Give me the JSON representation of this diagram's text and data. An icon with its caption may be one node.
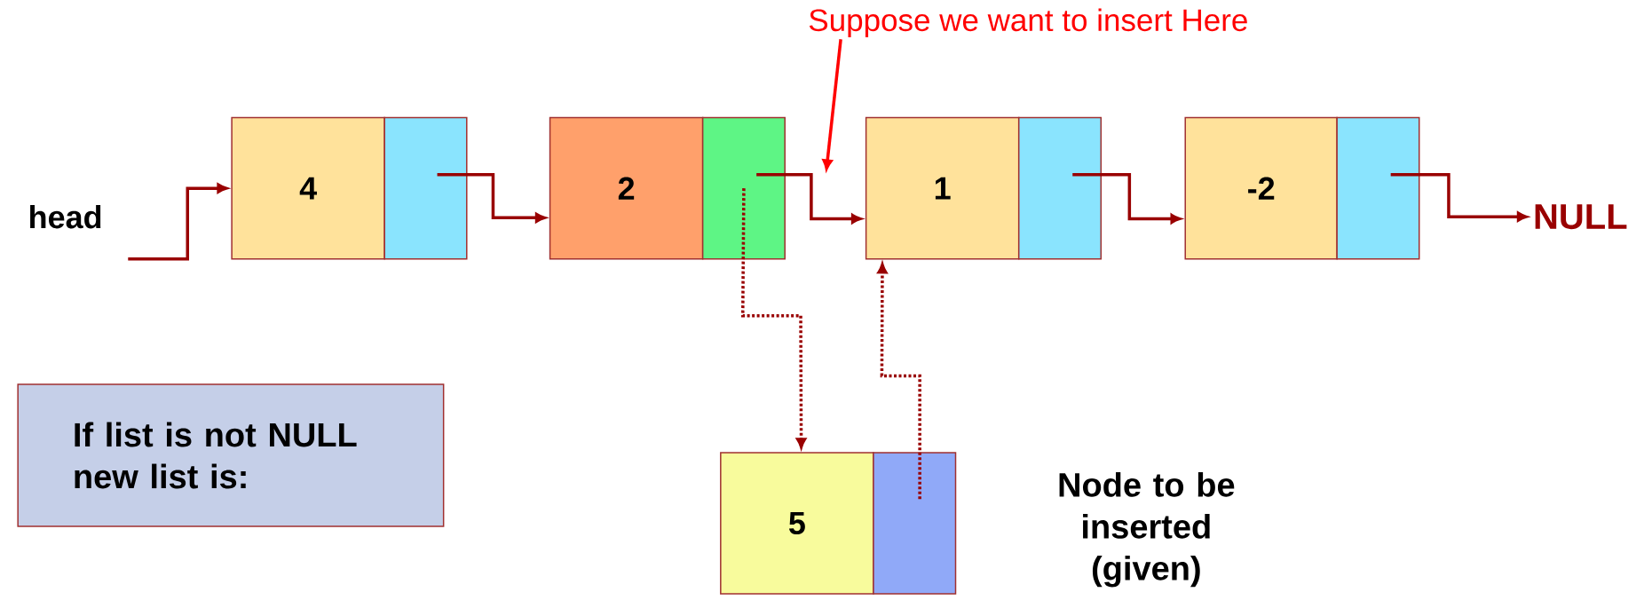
{
  "diagram": {
    "nodes": [
      {
        "text": [
          "head"
        ]
      },
      {
        "text": [
          "4"
        ]
      },
      {
        "text": [],
        "shape": "box"
      },
      {
        "text": [
          "2"
        ]
      },
      {
        "text": [],
        "shape": "box"
      },
      {
        "text": [
          "1"
        ]
      },
      {
        "text": [],
        "shape": "box"
      },
      {
        "text": [
          "-2"
        ]
      },
      {
        "text": [],
        "shape": "box"
      },
      {
        "text": [
          "NULL"
        ]
      },
      {
        "text": [
          "5"
        ]
      },
      {
        "text": [],
        "shape": "box"
      },
      {
        "text": [
          "If list is not NULL new list is:"
        ]
      },
      {
        "text": [
          "Suppose we want to insert Here"
        ]
      }
    ],
    "edges": [
      {
        "from": 0,
        "to": 1,
        "arrow": "to"
      },
      {
        "from": 2,
        "to": 3,
        "arrow": "to"
      },
      {
        "from": 4,
        "to": 5,
        "arrow": "to"
      },
      {
        "from": 6,
        "to": 7,
        "arrow": "to"
      },
      {
        "from": 8,
        "to": 9,
        "arrow": "to"
      },
      {
        "from": 4,
        "to": 10,
        "arrow": "to",
        "style": "dashed"
      },
      {
        "from": 11,
        "to": 5,
        "arrow": "to",
        "style": "dashed"
      },
      {
        "from": 13,
        "to": null,
        "arrow": "to",
        "color": "#ff0000"
      }
    ],
    "labels": [
      "Node to be inserted (given)"
    ]
  }
}
